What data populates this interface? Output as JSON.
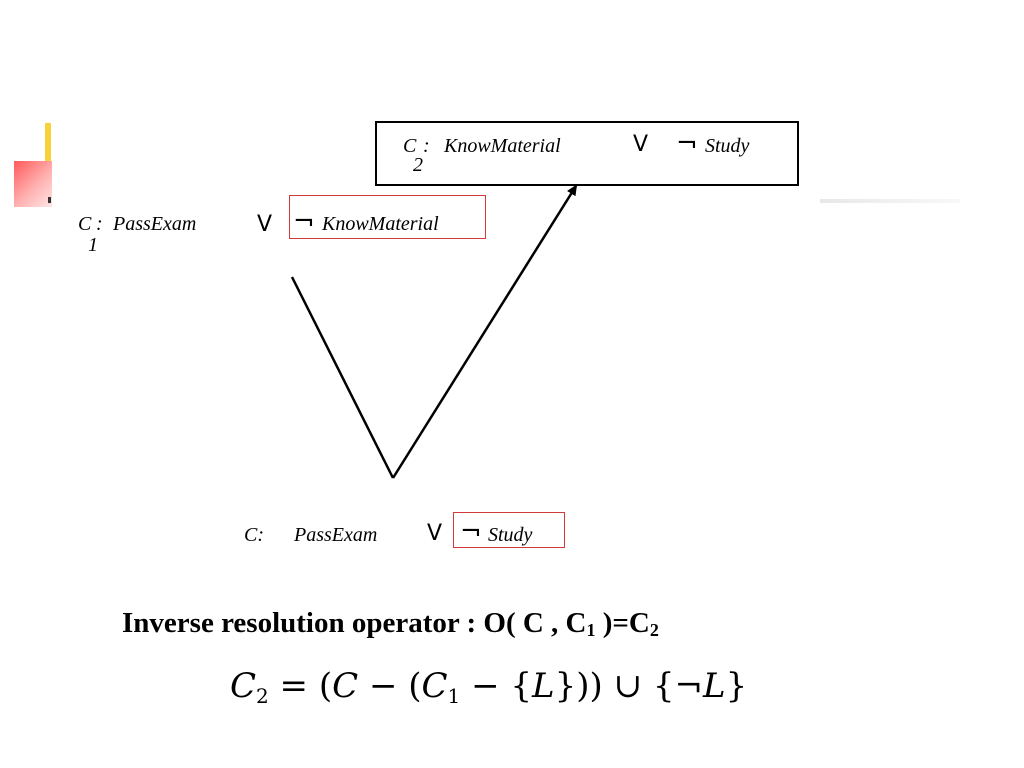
{
  "clauses": {
    "c2": {
      "name": "C",
      "index": "2",
      "sep": ":",
      "lit1": "KnowMaterial",
      "or": "V",
      "neg": "¬",
      "lit2": "Study"
    },
    "c1": {
      "name": "C",
      "index": "1",
      "sep": ":",
      "lit1": "PassExam",
      "or": "V",
      "neg": "¬",
      "lit2": "KnowMaterial"
    },
    "c": {
      "name": "C:",
      "lit1": "PassExam",
      "or": "V",
      "neg": "¬",
      "lit2": "Study"
    }
  },
  "caption": {
    "text": "Inverse resolution operator :  O( C , C",
    "sub1": "1",
    "mid": " )=C",
    "sub2": "2"
  },
  "formula": {
    "lhs": "C",
    "lhs_sub": "2",
    "eq": " = (",
    "c": "C",
    "minus1": " − (",
    "c1": "C",
    "c1_sub": "1",
    "minus2": " − {",
    "l1": "L",
    "close1": "})) ∪ {¬",
    "l2": "L",
    "close2": "}"
  },
  "colors": {
    "highlight_box": "#d43a3a",
    "accent_yellow": "#f7d23a",
    "accent_red": "#ff5a5a"
  }
}
